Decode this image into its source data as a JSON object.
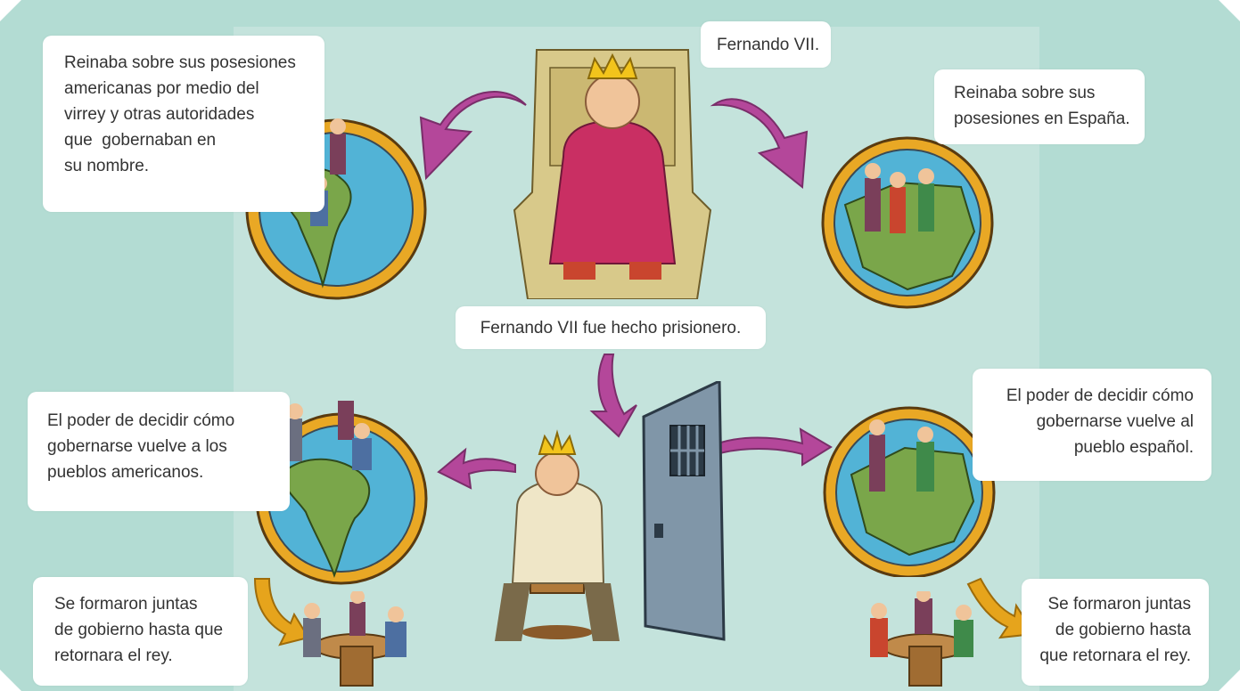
{
  "callouts": {
    "america_rule": [
      "Reinaba sobre sus posesiones",
      "americanas por medio del",
      "virrey y otras autoridades",
      "que  gobernaban en",
      "su nombre."
    ],
    "king_name": [
      "Fernando VII."
    ],
    "spain_rule": [
      "Reinaba sobre sus",
      "posesiones en España."
    ],
    "prisoner": [
      "Fernando VII fue hecho prisionero."
    ],
    "america_power": [
      "El poder de decidir cómo",
      "gobernarse vuelve a los",
      "pueblos americanos."
    ],
    "spain_power": [
      "El poder de decidir cómo",
      "gobernarse vuelve al",
      "pueblo español."
    ],
    "america_juntas": [
      "Se formaron juntas",
      "de gobierno hasta que",
      "retornara el rey."
    ],
    "spain_juntas": [
      "Se formaron juntas",
      "de gobierno hasta",
      "que retornara el rey."
    ]
  },
  "colors": {
    "background": "#b3dcd3",
    "inner_panel": "#c4e3dc",
    "arrow_magenta": "#b4479a",
    "arrow_orange": "#e6a41c",
    "globe_ring": "#e9a825",
    "ocean": "#52b3d6",
    "land": "#7aa64a",
    "robe": "#c92f63"
  },
  "icons": [
    "globe-america-icon",
    "globe-spain-icon",
    "king-on-throne-icon",
    "prisoner-king-icon",
    "prison-door-icon",
    "junta-table-icon"
  ]
}
